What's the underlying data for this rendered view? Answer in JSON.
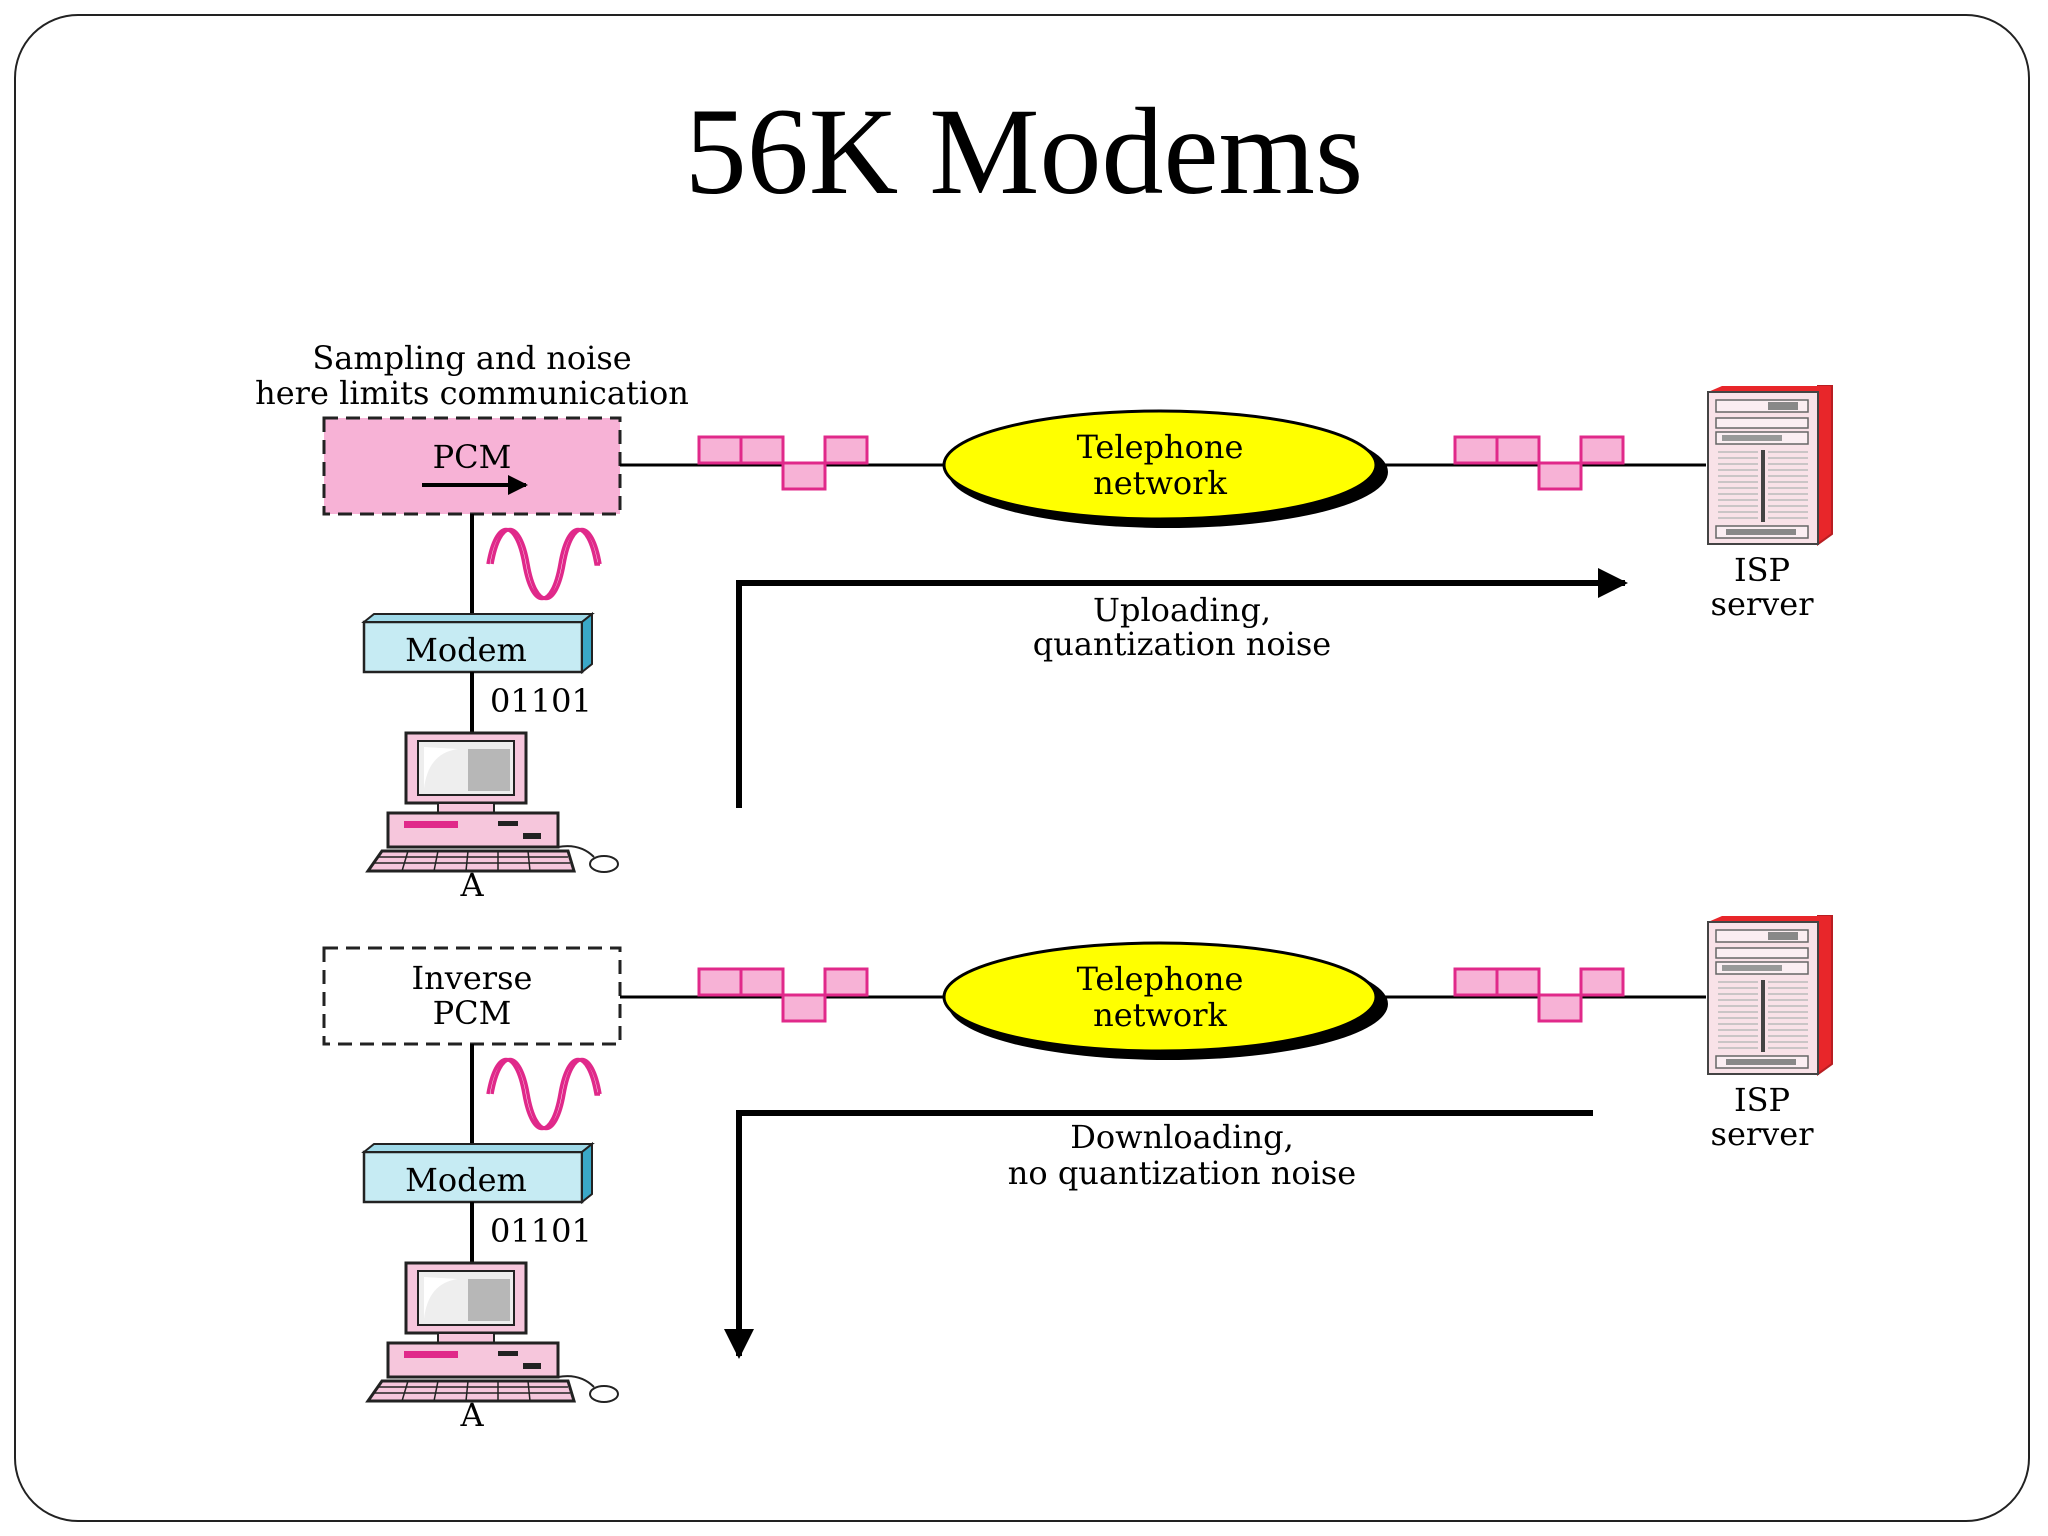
{
  "title": "56K Modems",
  "upload": {
    "note_line1": "Sampling and noise",
    "note_line2": "here limits communication",
    "box_label": "PCM",
    "network_line1": "Telephone",
    "network_line2": "network",
    "modem_label": "Modem",
    "bits": "01101",
    "computer_label": "A",
    "server_line1": "ISP",
    "server_line2": "server",
    "arrow_line1": "Uploading,",
    "arrow_line2": "quantization noise"
  },
  "download": {
    "box_line1": "Inverse",
    "box_line2": "PCM",
    "network_line1": "Telephone",
    "network_line2": "network",
    "modem_label": "Modem",
    "bits": "01101",
    "computer_label": "A",
    "server_line1": "ISP",
    "server_line2": "server",
    "arrow_line1": "Downloading,",
    "arrow_line2": "no quantization noise"
  },
  "colors": {
    "pcm_fill": "#f7b2d6",
    "signal": "#e0298a",
    "network_fill": "#ffff00",
    "modem_fill": "#c6ebf3",
    "modem_side": "#3aa8c8",
    "server_red": "#e8262a",
    "computer_pink": "#f6c6dc"
  }
}
